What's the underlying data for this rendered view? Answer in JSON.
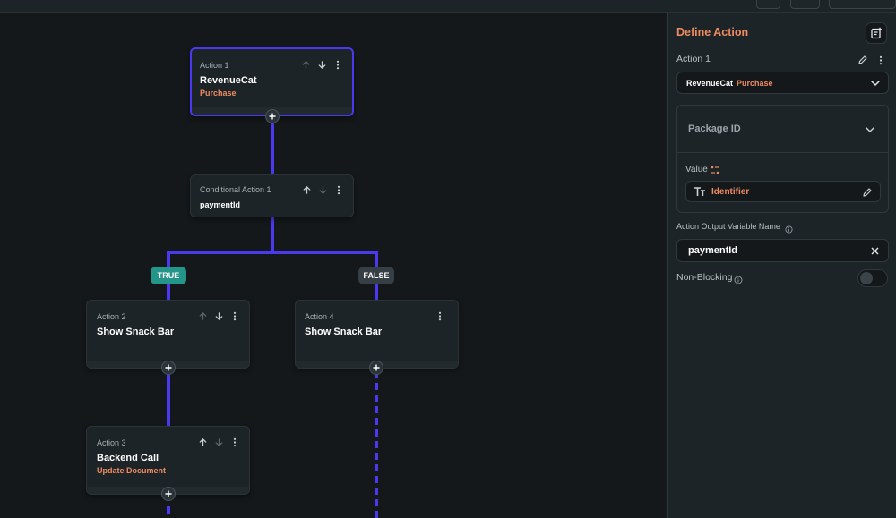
{
  "canvas": {
    "nodes": [
      {
        "kicker": "Action 1",
        "title": "RevenueCat",
        "subtitle": "Purchase"
      },
      {
        "kicker": "Conditional Action 1",
        "value": "paymentId"
      },
      {
        "kicker": "Action 2",
        "title": "Show Snack Bar"
      },
      {
        "kicker": "Action 4",
        "title": "Show Snack Bar"
      },
      {
        "kicker": "Action 3",
        "title": "Backend Call",
        "subtitle": "Update Document"
      }
    ],
    "branches": {
      "true_label": "TRUE",
      "false_label": "FALSE"
    }
  },
  "panel": {
    "title": "Define Action",
    "action_label": "Action 1",
    "action_select": {
      "main": "RevenueCat",
      "accent": "Purchase"
    },
    "package": {
      "label": "Package ID",
      "value_label": "Value",
      "value": "Identifier"
    },
    "output_variable": {
      "label": "Action Output Variable Name",
      "value": "paymentId"
    },
    "non_blocking": {
      "label": "Non-Blocking",
      "enabled": false
    }
  },
  "colors": {
    "accent": "#ee8b60",
    "wire": "#4b39ef",
    "true_chip": "#249689",
    "false_chip": "#353f45",
    "panel_bg": "#1d2428",
    "canvas_bg": "#14181b"
  },
  "icons": [
    "arrow-up-icon",
    "arrow-down-icon",
    "more-vertical-icon",
    "plus-icon",
    "chevron-down-icon",
    "edit-icon",
    "notes-icon",
    "text-type-icon",
    "variable-icon",
    "info-icon",
    "close-icon"
  ]
}
